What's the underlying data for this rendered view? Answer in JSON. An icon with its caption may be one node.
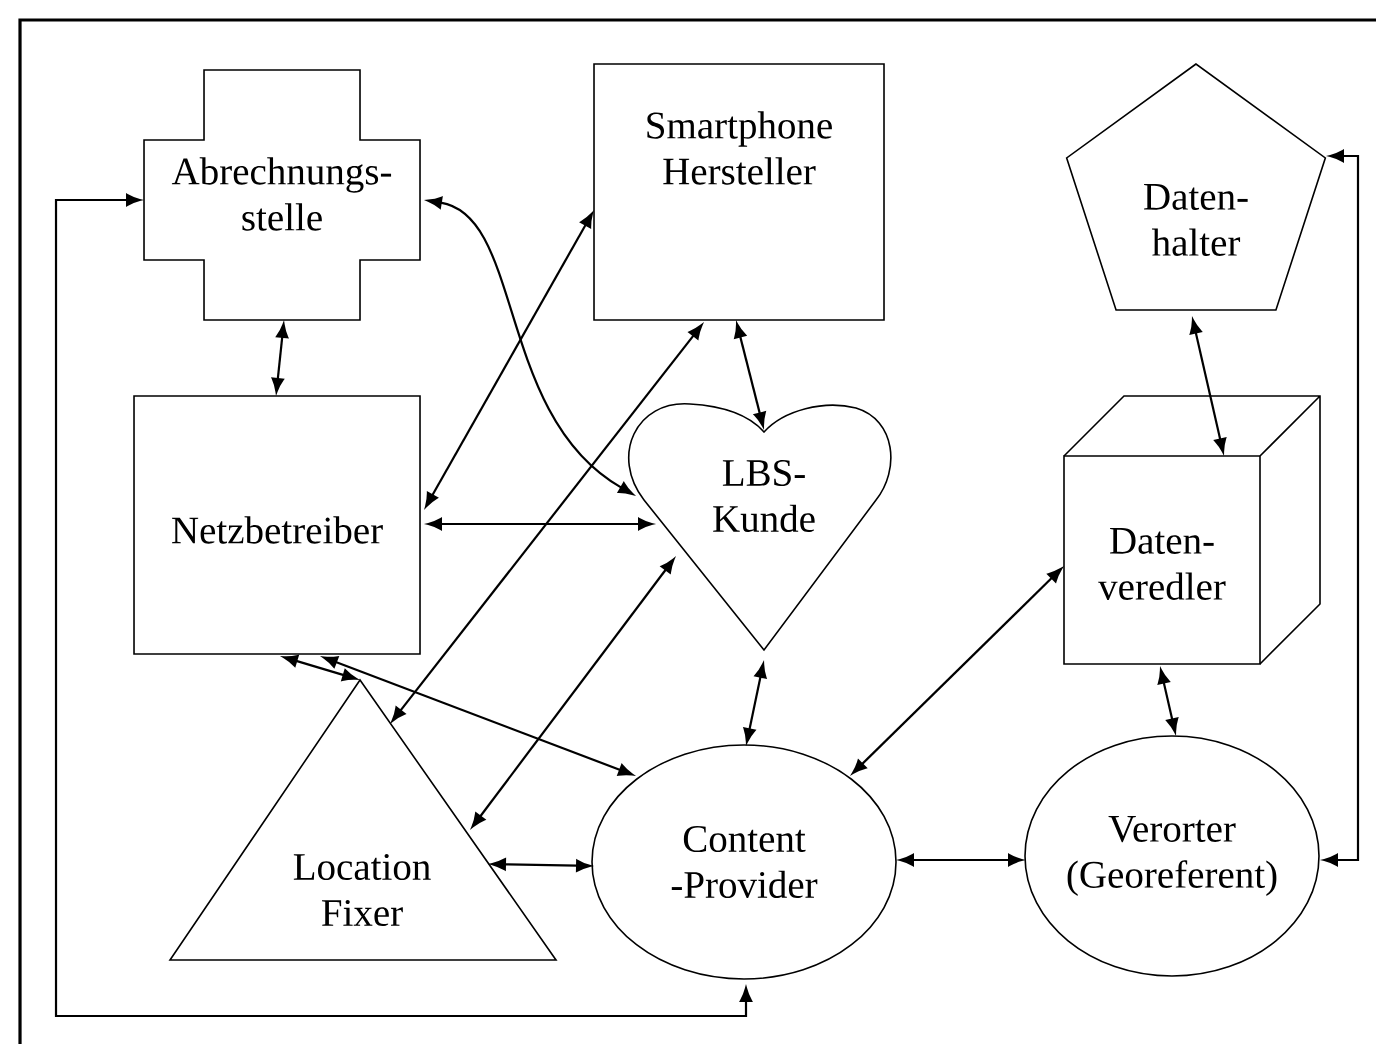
{
  "diagram": {
    "nodes": [
      {
        "text": [
          "Abrechnungs- stelle"
        ]
      },
      {
        "text": [
          "Smartphone Hersteller"
        ]
      },
      {
        "text": [
          "Daten- halter"
        ]
      },
      {
        "text": [
          "Netzbetreiber"
        ]
      },
      {
        "text": [
          "LBS- Kunde"
        ]
      },
      {
        "text": [
          "Daten- veredler"
        ]
      },
      {
        "text": [
          "Location Fixer"
        ]
      },
      {
        "text": [
          "Content -Provider"
        ]
      },
      {
        "text": [
          "Verorter (Georeferent)"
        ]
      }
    ],
    "edges": [
      {
        "from": 0,
        "to": 3,
        "arrow": "both"
      },
      {
        "from": 3,
        "to": 1,
        "arrow": "both"
      },
      {
        "from": 0,
        "to": 4,
        "arrow": "both"
      },
      {
        "from": 3,
        "to": 4,
        "arrow": "both"
      },
      {
        "from": 1,
        "to": 4,
        "arrow": "both"
      },
      {
        "from": 1,
        "to": 6,
        "arrow": "both"
      },
      {
        "from": 3,
        "to": 6,
        "arrow": "both"
      },
      {
        "from": 3,
        "to": 7,
        "arrow": "both"
      },
      {
        "from": 6,
        "to": 4,
        "arrow": "both"
      },
      {
        "from": 6,
        "to": 7,
        "arrow": "both"
      },
      {
        "from": 4,
        "to": 7,
        "arrow": "both"
      },
      {
        "from": 7,
        "to": 5,
        "arrow": "both"
      },
      {
        "from": 7,
        "to": 8,
        "arrow": "both"
      },
      {
        "from": 2,
        "to": 5,
        "arrow": "both"
      },
      {
        "from": 5,
        "to": 8,
        "arrow": "both"
      },
      {
        "from": 8,
        "to": 2,
        "arrow": "both"
      },
      {
        "from": 7,
        "to": 0,
        "arrow": "both"
      }
    ]
  }
}
